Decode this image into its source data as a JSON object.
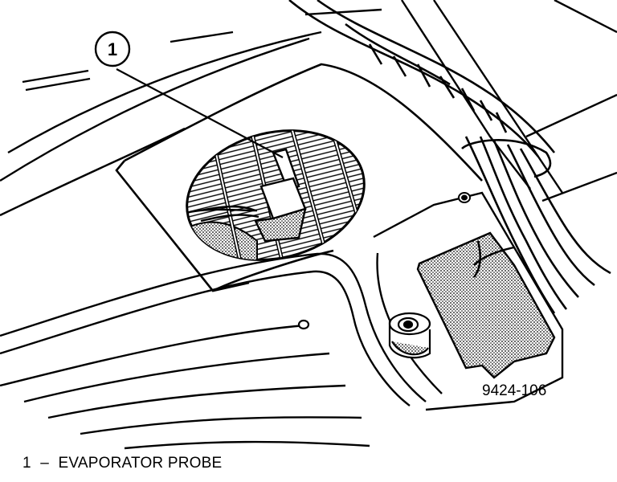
{
  "callout": {
    "number": "1"
  },
  "figure_code": "9424-106",
  "legend": [
    {
      "number": "1",
      "separator": "–",
      "label": "EVAPORATOR PROBE"
    }
  ]
}
